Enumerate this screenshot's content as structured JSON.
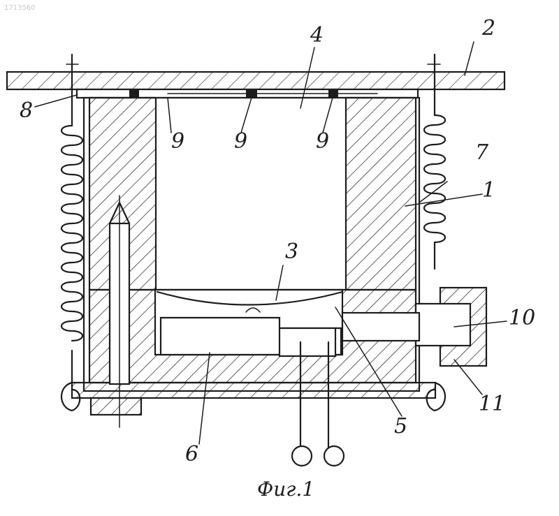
{
  "figure": {
    "caption": "Фиг.1",
    "corner_number": "1713560",
    "labels": {
      "1": "1",
      "2": "2",
      "3": "3",
      "4": "4",
      "5": "5",
      "6": "6",
      "7": "7",
      "8": "8",
      "9a": "9",
      "9b": "9",
      "9c": "9",
      "10": "10",
      "11": "11"
    }
  }
}
